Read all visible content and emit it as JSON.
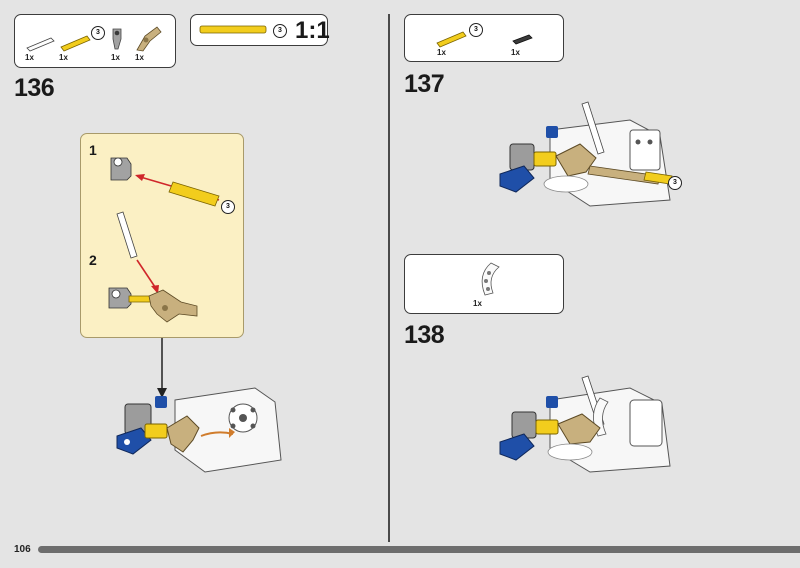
{
  "page": {
    "number": "106"
  },
  "step136": {
    "number": "136",
    "parts": [
      {
        "qty": "1x",
        "name": "white-axle"
      },
      {
        "qty": "1x",
        "name": "yellow-axle",
        "size": "3"
      },
      {
        "qty": "1x",
        "name": "grey-connector"
      },
      {
        "qty": "1x",
        "name": "tan-angle-connector"
      }
    ],
    "scale": {
      "size": "3",
      "label": "1:1"
    },
    "callout": {
      "substeps": [
        {
          "number": "1",
          "size": "3"
        },
        {
          "number": "2"
        }
      ]
    }
  },
  "step137": {
    "number": "137",
    "parts": [
      {
        "qty": "1x",
        "name": "yellow-axle",
        "size": "3"
      },
      {
        "qty": "1x",
        "name": "black-axle-pin"
      }
    ],
    "model_size": "3"
  },
  "step138": {
    "number": "138",
    "parts": [
      {
        "qty": "1x",
        "name": "white-curved-beam"
      }
    ]
  },
  "colors": {
    "background": "#e4e4e4",
    "callout": "#fbf0c4",
    "yellow": "#f2cd1d",
    "tan": "#c8b07e",
    "blue": "#1f4fa8",
    "grey": "#9c9c9c",
    "arrow": "#d0262a"
  }
}
